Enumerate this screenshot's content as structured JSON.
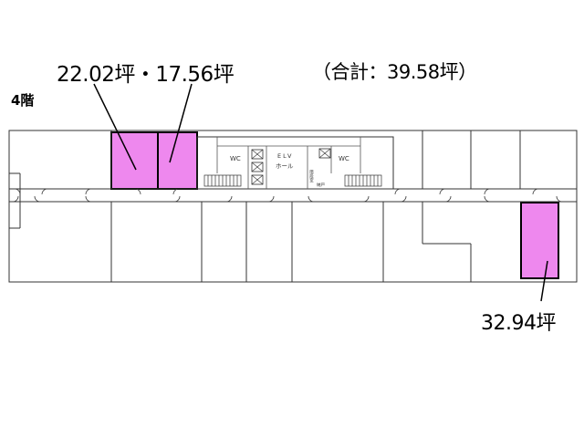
{
  "floor_label": "4階",
  "area_top_left": "22.02坪・17.56坪",
  "area_total": "（合計：39.58坪）",
  "area_right": "32.94坪",
  "core": {
    "wc_left": "WC",
    "wc_right": "WC",
    "elv_label": "ELV",
    "elv_hall": "ホール",
    "small_label_1": "階段室",
    "small_label_2": "納戸"
  },
  "colors": {
    "highlight": "#ee88ee",
    "wall": "#000000",
    "thin_line": "#666666"
  }
}
